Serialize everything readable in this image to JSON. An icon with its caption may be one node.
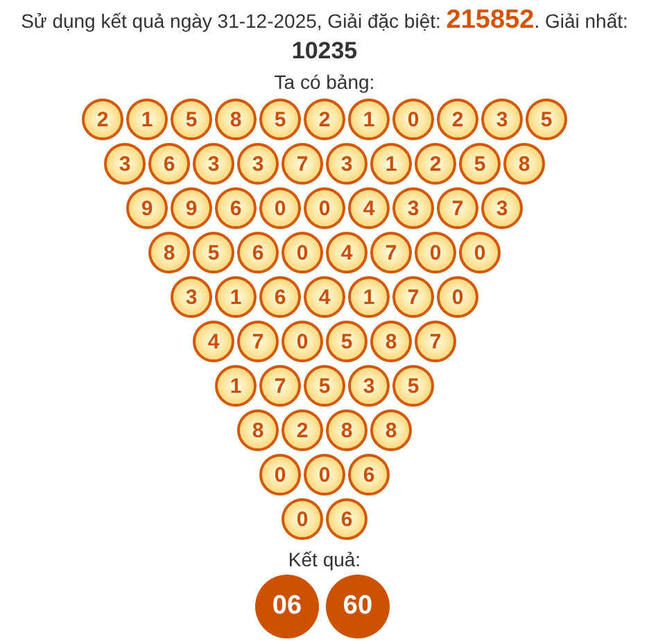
{
  "diagram": {
    "title": "Sử dụng kết quả ngày 31-12-2025, Giải đặc biệt: **215852**. Giải nhất: **10235**",
    "nodes": [
      {
        "text": [
          "2"
        ]
      },
      {
        "text": [
          "1"
        ]
      },
      {
        "text": [
          "5"
        ]
      },
      {
        "text": [
          "8"
        ]
      },
      {
        "text": [
          "5"
        ]
      },
      {
        "text": [
          "2"
        ]
      },
      {
        "text": [
          "1"
        ]
      },
      {
        "text": [
          "0"
        ]
      },
      {
        "text": [
          "2"
        ]
      },
      {
        "text": [
          "3"
        ]
      },
      {
        "text": [
          "5"
        ]
      },
      {
        "text": [
          "3"
        ]
      },
      {
        "text": [
          "6"
        ]
      },
      {
        "text": [
          "3"
        ]
      },
      {
        "text": [
          "3"
        ]
      },
      {
        "text": [
          "7"
        ]
      },
      {
        "text": [
          "3"
        ]
      },
      {
        "text": [
          "1"
        ]
      },
      {
        "text": [
          "2"
        ]
      },
      {
        "text": [
          "5"
        ]
      },
      {
        "text": [
          "8"
        ]
      },
      {
        "text": [
          "9"
        ]
      },
      {
        "text": [
          "9"
        ]
      },
      {
        "text": [
          "6"
        ]
      },
      {
        "text": [
          "0"
        ]
      },
      {
        "text": [
          "0"
        ]
      },
      {
        "text": [
          "4"
        ]
      },
      {
        "text": [
          "3"
        ]
      },
      {
        "text": [
          "7"
        ]
      },
      {
        "text": [
          "3"
        ]
      },
      {
        "text": [
          "8"
        ]
      },
      {
        "text": [
          "5"
        ]
      },
      {
        "text": [
          "6"
        ]
      },
      {
        "text": [
          "0"
        ]
      },
      {
        "text": [
          "4"
        ]
      },
      {
        "text": [
          "7"
        ]
      },
      {
        "text": [
          "0"
        ]
      },
      {
        "text": [
          "0"
        ]
      },
      {
        "text": [
          "3"
        ]
      },
      {
        "text": [
          "1"
        ]
      },
      {
        "text": [
          "6"
        ]
      },
      {
        "text": [
          "4"
        ]
      },
      {
        "text": [
          "1"
        ]
      },
      {
        "text": [
          "7"
        ]
      },
      {
        "text": [
          "0"
        ]
      },
      {
        "text": [
          "4"
        ]
      },
      {
        "text": [
          "7"
        ]
      },
      {
        "text": [
          "0"
        ]
      },
      {
        "text": [
          "5"
        ]
      },
      {
        "text": [
          "8"
        ]
      },
      {
        "text": [
          "7"
        ]
      },
      {
        "text": [
          "1"
        ]
      },
      {
        "text": [
          "7"
        ]
      },
      {
        "text": [
          "5"
        ]
      },
      {
        "text": [
          "3"
        ]
      },
      {
        "text": [
          "5"
        ]
      },
      {
        "text": [
          "8"
        ]
      },
      {
        "text": [
          "2"
        ]
      },
      {
        "text": [
          "8"
        ]
      },
      {
        "text": [
          "8"
        ]
      },
      {
        "text": [
          "0"
        ]
      },
      {
        "text": [
          "0"
        ]
      },
      {
        "text": [
          "6"
        ]
      },
      {
        "text": [
          "0"
        ]
      },
      {
        "text": [
          "6"
        ]
      },
      {
        "text": [
          "06"
        ]
      },
      {
        "text": [
          "60"
        ]
      }
    ],
    "labels": [
      "Ta có bảng:",
      "Kết quả:"
    ]
  }
}
